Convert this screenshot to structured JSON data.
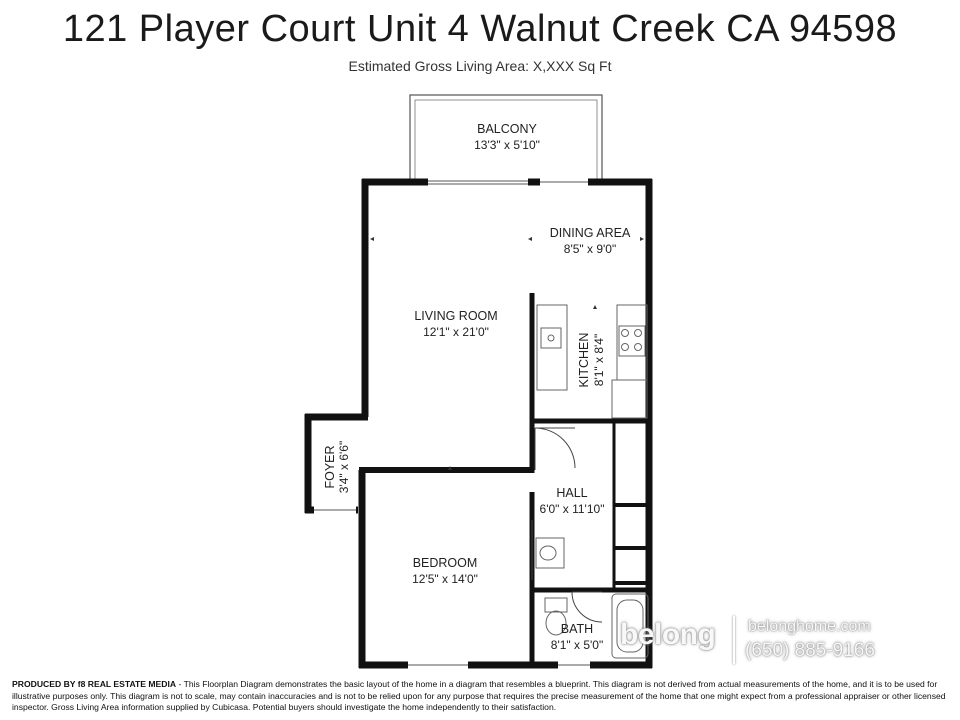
{
  "header": {
    "title": "121 Player Court Unit 4 Walnut Creek CA 94598",
    "subtitle": "Estimated Gross Living Area: X,XXX Sq Ft"
  },
  "rooms": {
    "balcony": {
      "name": "BALCONY",
      "dims": "13'3\" x 5'10\""
    },
    "dining": {
      "name": "DINING AREA",
      "dims": "8'5\" x 9'0\""
    },
    "living": {
      "name": "LIVING ROOM",
      "dims": "12'1\" x 21'0\""
    },
    "kitchen": {
      "name": "KITCHEN",
      "dims": "8'1\" x 8'4\""
    },
    "foyer": {
      "name": "FOYER",
      "dims": "3'4\" x 6'6\""
    },
    "hall": {
      "name": "HALL",
      "dims": "6'0\" x 11'10\""
    },
    "bedroom": {
      "name": "BEDROOM",
      "dims": "12'5\" x 14'0\""
    },
    "bath": {
      "name": "BATH",
      "dims": "8'1\" x 5'0\""
    }
  },
  "watermark": {
    "logo": "belong",
    "url": "belonghome.com",
    "phone": "(650) 885-9166",
    "icon": "belong-logo"
  },
  "footer": {
    "producer": "PRODUCED BY f8 REAL ESTATE MEDIA",
    "disclaimer": " - This Floorplan Diagram demonstrates the basic layout of the home in a diagram that resembles a blueprint. This diagram is not derived from actual measurements of the home, and it is to be used for illustrative purposes only. This diagram is not to scale, may contain inaccuracies and is not to be relied upon for any purpose that requires the precise measurement of the home that one might expect from a professional appraiser or other licensed inspector. Gross Living Area information supplied by Cubicasa. Potential buyers should investigate the home independently to their satisfaction."
  }
}
